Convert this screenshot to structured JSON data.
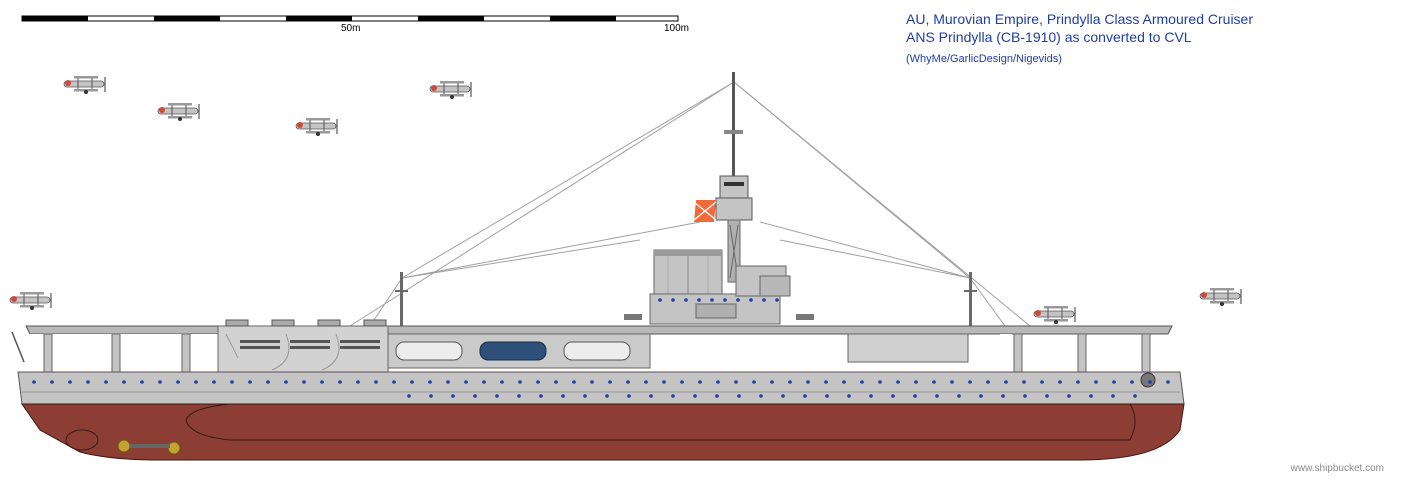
{
  "title": {
    "line1": "AU, Murovian Empire, Prindylla Class Armoured Cruiser",
    "line2": "ANS Prindylla (CB-1910) as converted to CVL",
    "credit": "(WhyMe/GarlicDesign/Nigevids)"
  },
  "scale_bar": {
    "label_50": "50m",
    "label_100": "100m"
  },
  "watermark": "www.shipbucket.com",
  "colors": {
    "hull_grey": "#c4c4c4",
    "hull_dark": "#8a8a8a",
    "antifouling_red": "#8c3d34",
    "porthole_blue": "#1e3ea8",
    "flag_orange": "#f36a3a",
    "text_blue": "#1e3ea8"
  }
}
